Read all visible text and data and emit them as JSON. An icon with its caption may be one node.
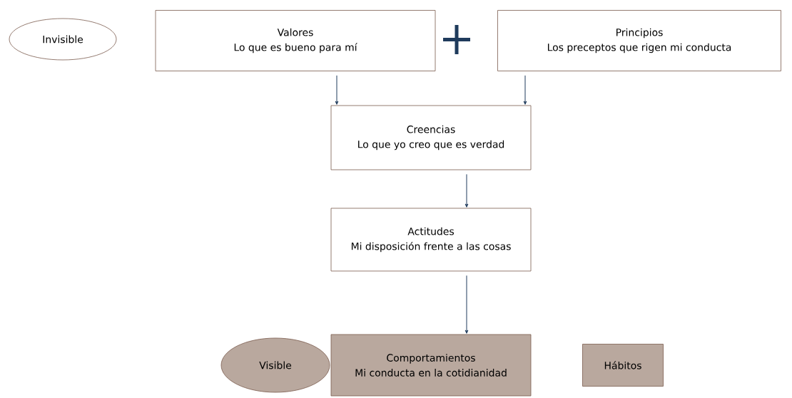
{
  "diagram": {
    "nodes": [
      {
        "text": [
          "Invisible"
        ]
      },
      {
        "text": [
          "Valores",
          "Lo que es bueno para mí"
        ]
      },
      {
        "text": [
          "Principios",
          "Los preceptos que rigen mi conducta"
        ]
      },
      {
        "text": [
          "Creencias",
          "Lo que yo creo que es verdad"
        ]
      },
      {
        "text": [
          "Actitudes",
          "Mi disposición frente a las cosas"
        ]
      },
      {
        "text": [
          "Visible"
        ]
      },
      {
        "text": [
          "Comportamientos",
          "Mi conducta en la cotidianidad"
        ]
      },
      {
        "text": [
          "Hábitos"
        ]
      }
    ],
    "edges": [
      {
        "from": 1,
        "to": 3,
        "arrow": "to"
      },
      {
        "from": 2,
        "to": 3,
        "arrow": "to"
      },
      {
        "from": 3,
        "to": 4,
        "arrow": "to"
      },
      {
        "from": 4,
        "to": 6,
        "arrow": "to"
      }
    ]
  }
}
